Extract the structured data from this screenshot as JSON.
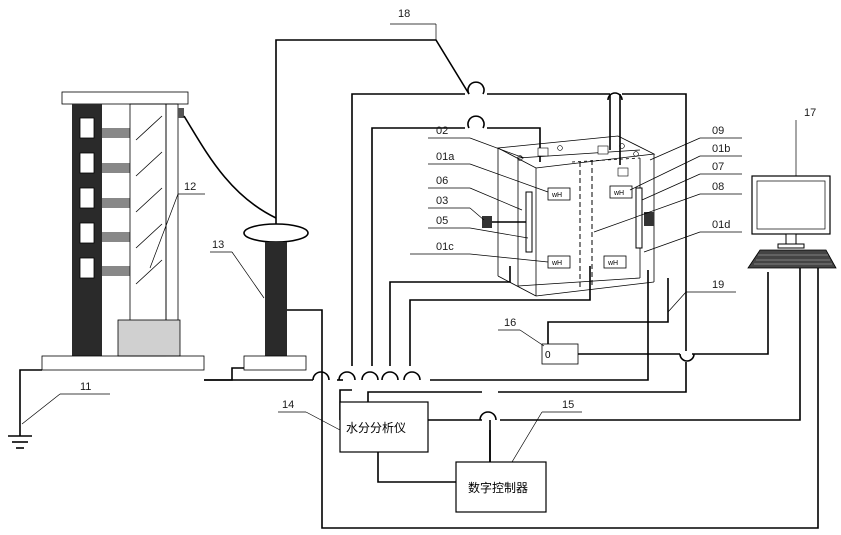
{
  "labels": {
    "n18": "18",
    "n02": "02",
    "n09": "09",
    "n01a": "01a",
    "n01b": "01b",
    "n06": "06",
    "n07": "07",
    "n03": "03",
    "n08": "08",
    "n05": "05",
    "n01c": "01c",
    "n01d": "01d",
    "n12": "12",
    "n13": "13",
    "n17": "17",
    "n19": "19",
    "n16": "16",
    "n11": "11",
    "n14": "14",
    "n15": "15"
  },
  "boxes": {
    "moisture_analyzer": "水分分析仪",
    "digital_controller": "数字控制器",
    "switch_value": "0"
  },
  "sensor_glyph": "wH"
}
